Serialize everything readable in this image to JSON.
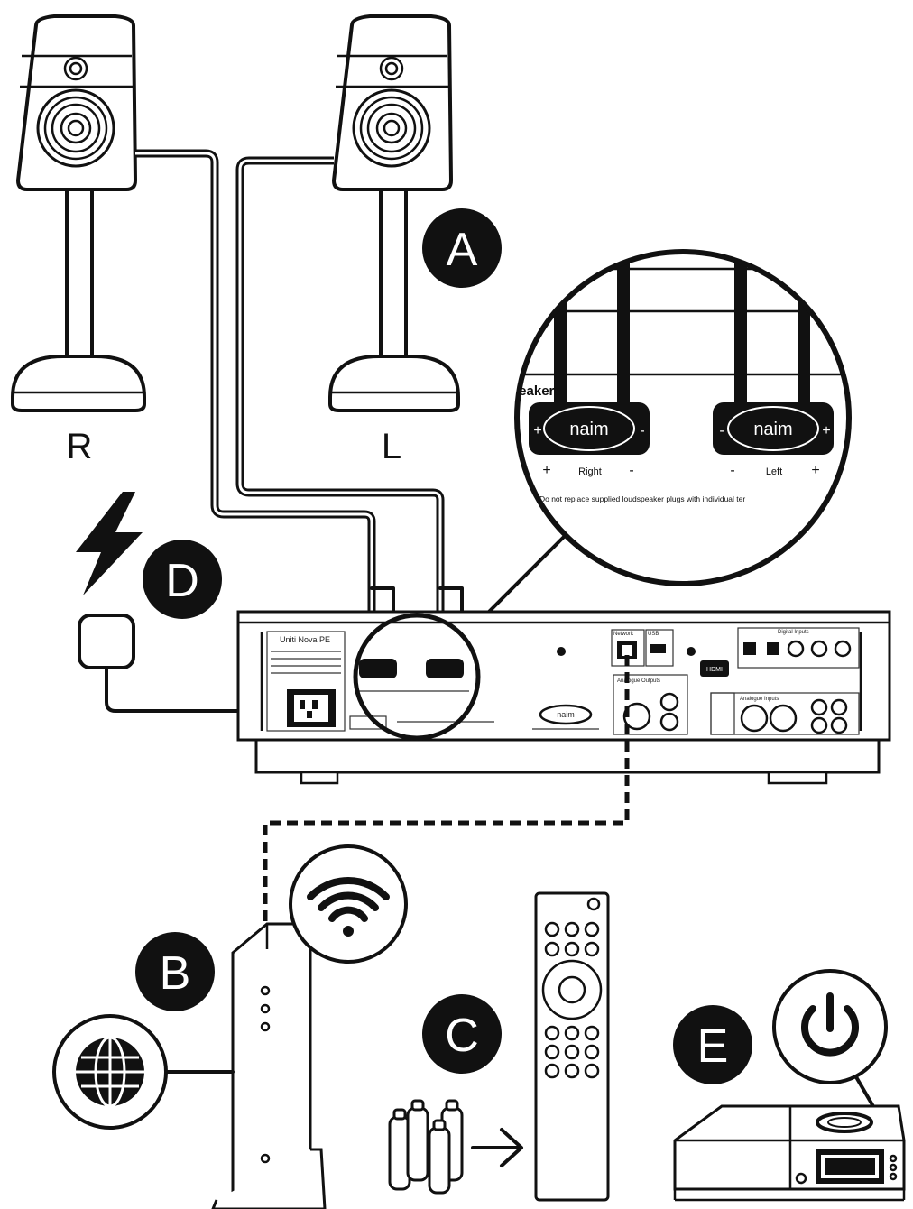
{
  "labels": {
    "speaker_right": "R",
    "speaker_left": "L"
  },
  "badges": {
    "a": "A",
    "b": "B",
    "c": "C",
    "d": "D",
    "e": "E"
  },
  "zoom": {
    "section": "peakers",
    "plug_logo": "naim",
    "plus": "+",
    "minus": "-",
    "right": "Right",
    "left": "Left",
    "warning": "NING: Do not replace supplied loudspeaker plugs with individual ter"
  },
  "rear_panel": {
    "model": "Uniti Nova PE",
    "logo": "naim",
    "hdmi": "HDMI",
    "network": "Network",
    "usb": "USB",
    "analogue_outputs": "Analogue Outputs",
    "analogue_inputs": "Analogue Inputs",
    "digital_inputs": "Digital Inputs"
  }
}
